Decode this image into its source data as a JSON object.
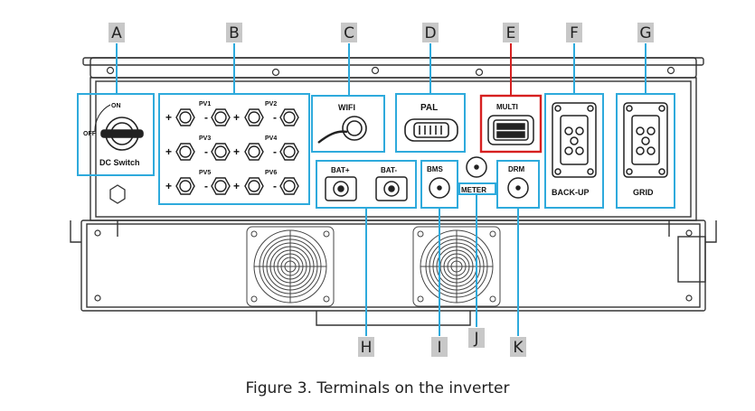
{
  "colors": {
    "callout_box": "#2eaadc",
    "highlight": "#d62020",
    "letter_bg": "#c8c8c8",
    "body_line": "#333333"
  },
  "callouts": [
    "A",
    "B",
    "C",
    "D",
    "E",
    "F",
    "G",
    "H",
    "I",
    "J",
    "K"
  ],
  "terminals": {
    "dc_switch": "DC Switch",
    "on": "ON",
    "off": "OFF",
    "pv1": "PV1",
    "pv2": "PV2",
    "pv3": "PV3",
    "pv4": "PV4",
    "pv5": "PV5",
    "pv6": "PV6",
    "wifi": "WIFI",
    "pal": "PAL",
    "multi": "MULTI",
    "backup": "BACK-UP",
    "grid": "GRID",
    "bat_pos": "BAT+",
    "bat_neg": "BAT-",
    "bms": "BMS",
    "meter": "METER",
    "drm": "DRM",
    "plus": "+",
    "minus": "-"
  },
  "caption": "Figure 3. Terminals on the inverter"
}
